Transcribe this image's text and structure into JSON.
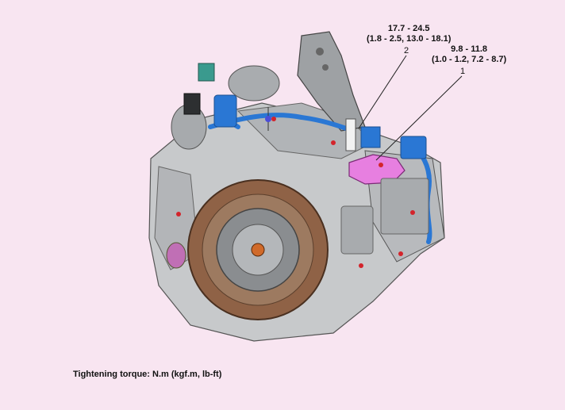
{
  "callouts": [
    {
      "number": "1",
      "torque_nm": "9.8 - 11.8",
      "torque_alt": "(1.0 - 1.2, 7.2 - 8.7)"
    },
    {
      "number": "2",
      "torque_nm": "17.7 - 24.5",
      "torque_alt": "(1.8 - 2.5, 13.0 - 18.1)"
    }
  ],
  "footnote": "Tightening torque: N.m (kgf.m, lb-ft)",
  "colors": {
    "background": "#f8e5f1",
    "housing": "#c9cbcd",
    "flywheel": "#9a6a4c",
    "harness": "#2a77d4",
    "highlight": "#e77fe0"
  }
}
